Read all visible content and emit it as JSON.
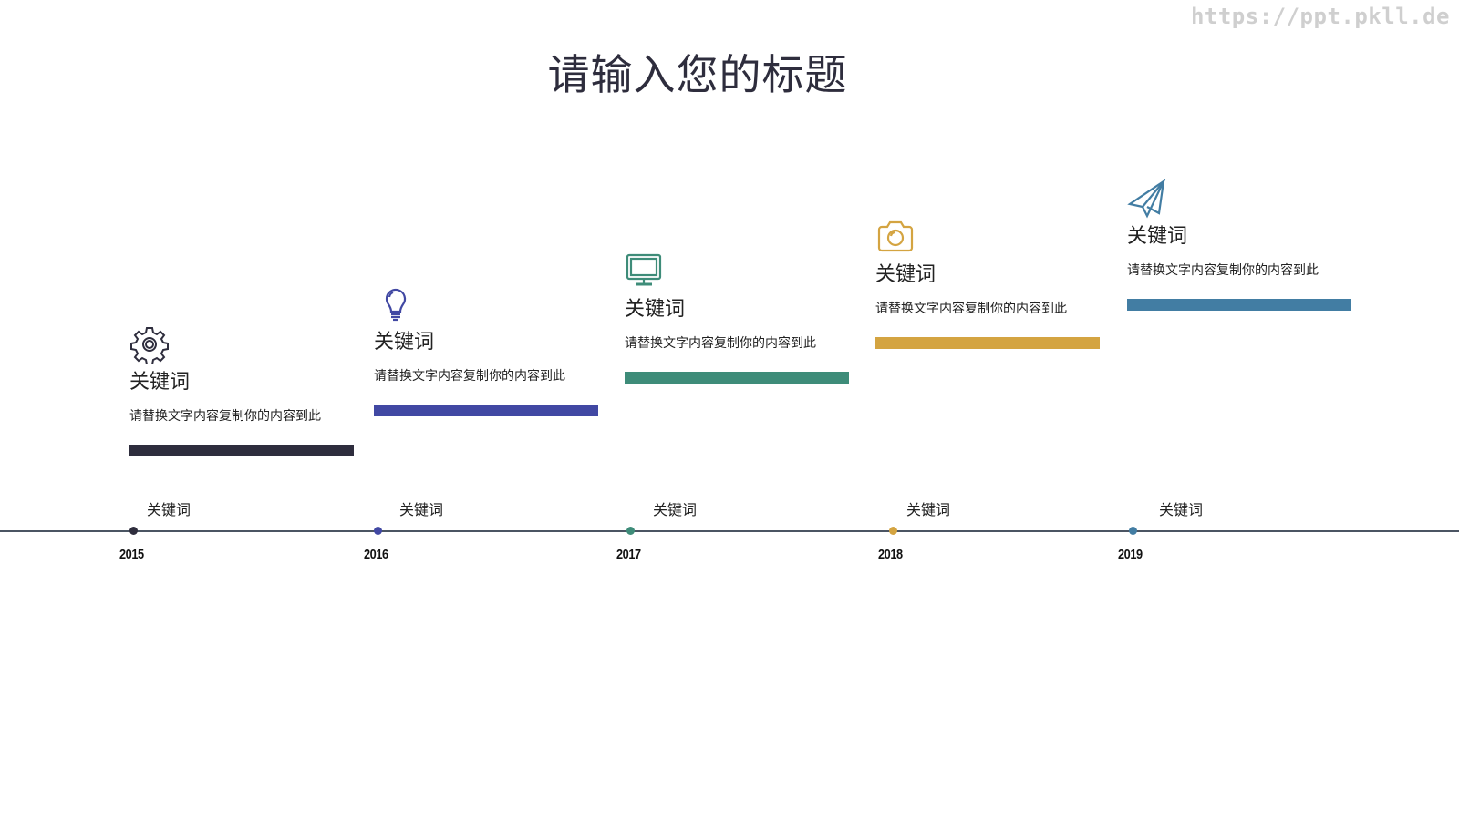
{
  "watermark": "https://ppt.pkll.de",
  "title": "请输入您的标题",
  "stages": [
    {
      "icon": "gear-icon",
      "keyword": "关键词",
      "description": "请替换文字内容复制你的内容到此",
      "color": "#2e2d3d",
      "year": "2015",
      "timeline_keyword": "关键词"
    },
    {
      "icon": "lightbulb-icon",
      "keyword": "关键词",
      "description": "请替换文字内容复制你的内容到此",
      "color": "#4148a3",
      "year": "2016",
      "timeline_keyword": "关键词"
    },
    {
      "icon": "monitor-icon",
      "keyword": "关键词",
      "description": "请替换文字内容复制你的内容到此",
      "color": "#3e8c79",
      "year": "2017",
      "timeline_keyword": "关键词"
    },
    {
      "icon": "camera-icon",
      "keyword": "关键词",
      "description": "请替换文字内容复制你的内容到此",
      "color": "#d4a441",
      "year": "2018",
      "timeline_keyword": "关键词"
    },
    {
      "icon": "paper-plane-icon",
      "keyword": "关键词",
      "description": "请替换文字内容复制你的内容到此",
      "color": "#427da3",
      "year": "2019",
      "timeline_keyword": "关键词"
    }
  ],
  "axis_color": "#4b5563"
}
